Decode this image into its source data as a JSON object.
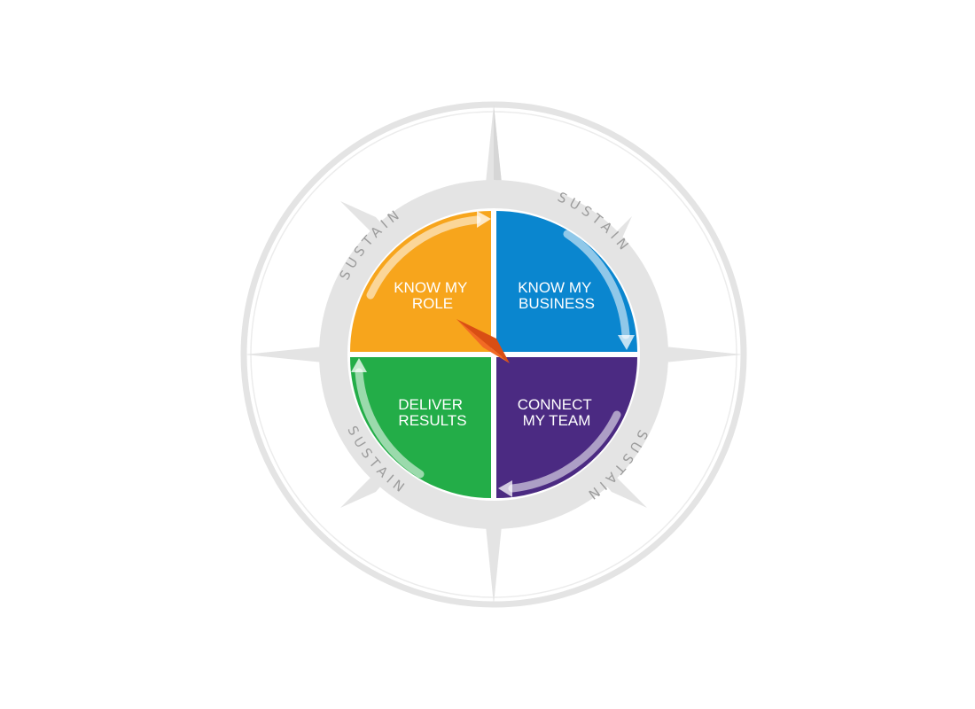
{
  "quadrants": [
    {
      "id": "know-my-role",
      "line1": "KNOW MY",
      "line2": "ROLE",
      "color": "#f7a51c"
    },
    {
      "id": "know-my-business",
      "line1": "KNOW MY",
      "line2": "BUSINESS",
      "color": "#0a86cf"
    },
    {
      "id": "connect-my-team",
      "line1": "CONNECT",
      "line2": "MY TEAM",
      "color": "#4b2a82"
    },
    {
      "id": "deliver-results",
      "line1": "DELIVER",
      "line2": "RESULTS",
      "color": "#23ad48"
    }
  ],
  "sustain": [
    "SUSTAIN",
    "SUSTAIN",
    "SUSTAIN",
    "SUSTAIN"
  ],
  "colors": {
    "compass_gray": "#e4e4e4",
    "needle": "#f26a24",
    "sustain_text": "#9c9c9c"
  }
}
